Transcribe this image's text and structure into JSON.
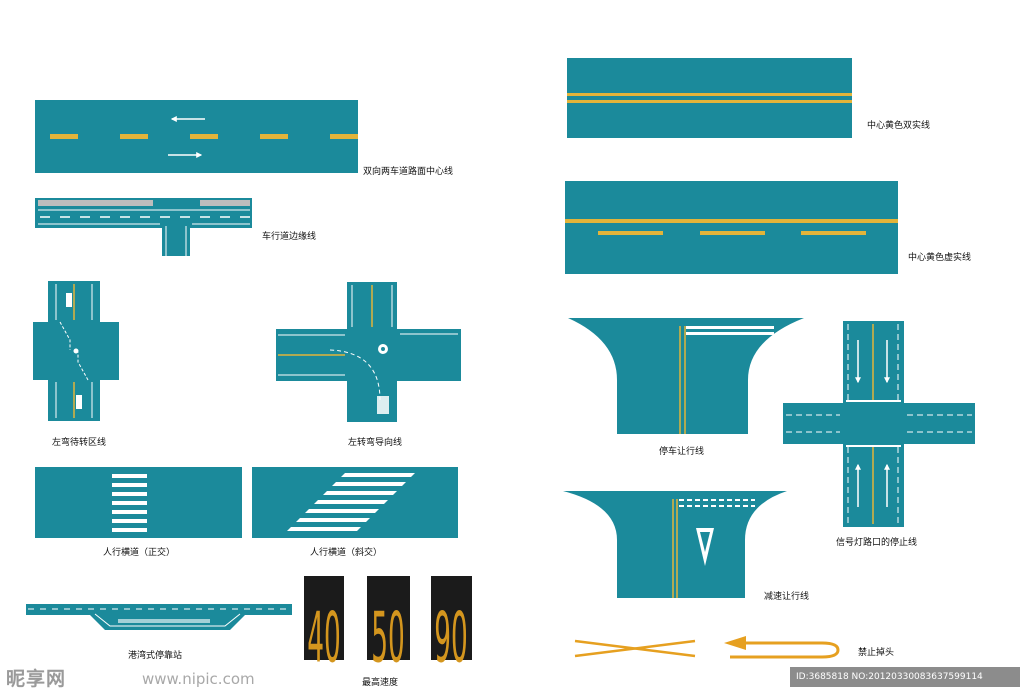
{
  "colors": {
    "road": "#1b8a9b",
    "marking_white": "#ffffff",
    "marking_yellow": "#e2b43a",
    "arrow_orange": "#e6a020",
    "speed_bg": "#1b1b1b",
    "speed_digit": "#d4961e"
  },
  "captions": {
    "two_way_center": "双向两车道路面中心线",
    "lane_edge": "车行道边缘线",
    "left_turn_wait": "左弯待转区线",
    "left_turn_guide": "左转弯导向线",
    "crosswalk_straight": "人行横道（正交）",
    "crosswalk_oblique": "人行横道（斜交）",
    "bay_bus_stop": "港湾式停靠站",
    "max_speed": "最高速度",
    "yellow_double_solid": "中心黄色双实线",
    "yellow_dash_solid": "中心黄色虚实线",
    "stop_yield": "停车让行线",
    "signal_stop_line": "信号灯路口的停止线",
    "slow_yield": "减速让行线",
    "no_u_turn": "禁止掉头"
  },
  "speed_limits": [
    "40",
    "50",
    "90"
  ],
  "watermark": {
    "brand": "昵享网",
    "url": "www.nipic.com",
    "id_text": "ID:3685818 NO:20120330083637599114"
  }
}
